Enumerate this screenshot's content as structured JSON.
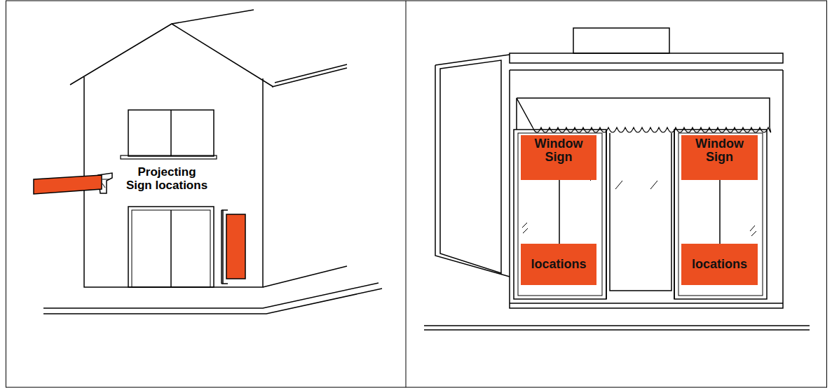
{
  "diagram": {
    "nodes": [
      {
        "text": [
          "Window Sign"
        ]
      },
      {
        "text": [
          "Window Sign"
        ]
      },
      {
        "text": [
          "locations"
        ]
      },
      {
        "text": [
          "locations"
        ]
      }
    ],
    "labels": [
      "Projecting Sign locations"
    ]
  }
}
